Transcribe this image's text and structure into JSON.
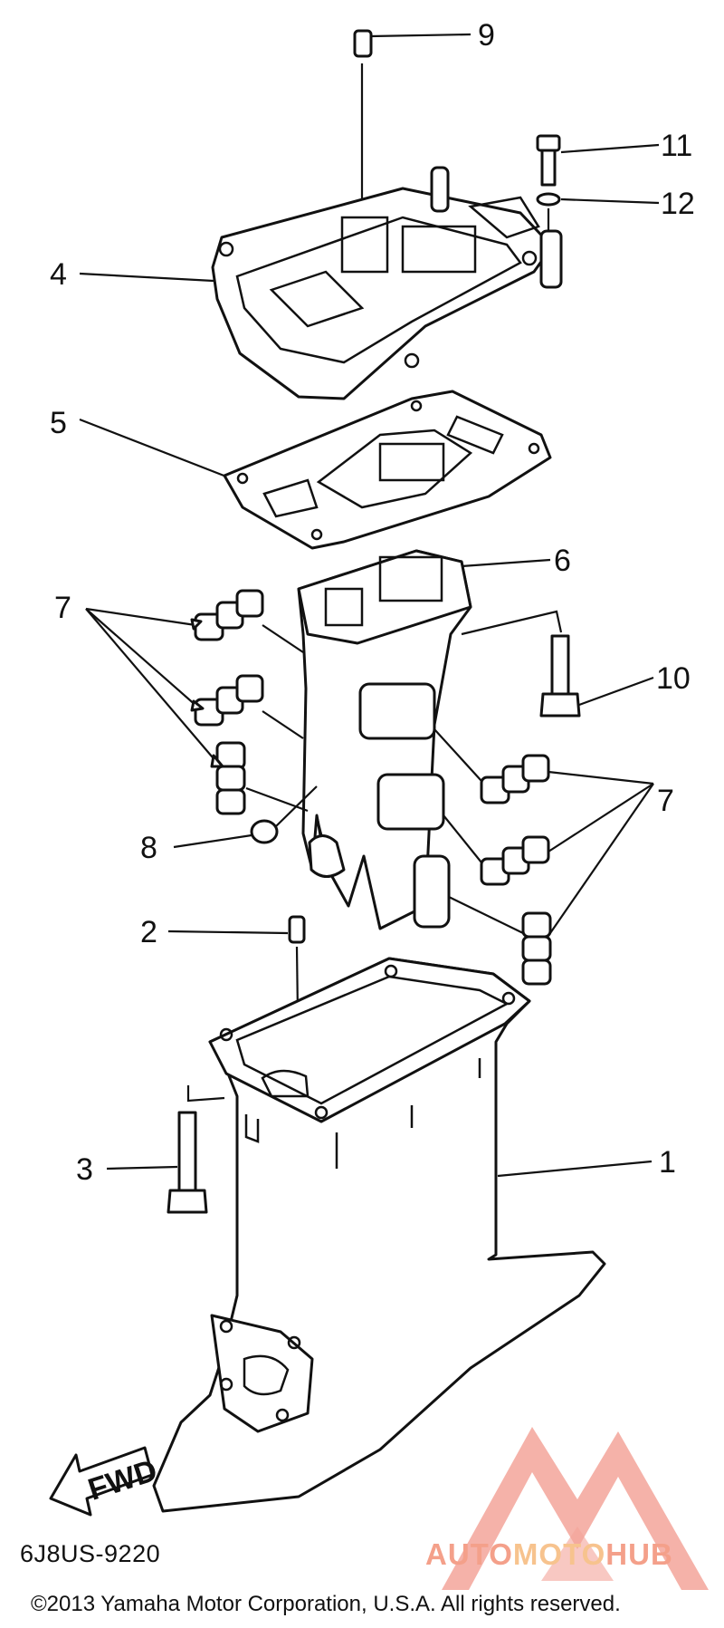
{
  "diagram": {
    "callouts": [
      "9",
      "11",
      "12",
      "4",
      "5",
      "6",
      "7",
      "10",
      "7",
      "8",
      "2",
      "3",
      "1"
    ],
    "fwd_label": "FWD",
    "part_code": "6J8US-9220",
    "copyright": "©2013 Yamaha Motor Corporation, U.S.A. All rights reserved."
  },
  "watermark": {
    "part1": "AUTO",
    "part2": "MOTO",
    "part3": "HUB",
    "colors": {
      "auto": "#f4a08a",
      "moto": "#f7c38e",
      "hub": "#f4a08a",
      "mark": "#f3a49a"
    }
  }
}
